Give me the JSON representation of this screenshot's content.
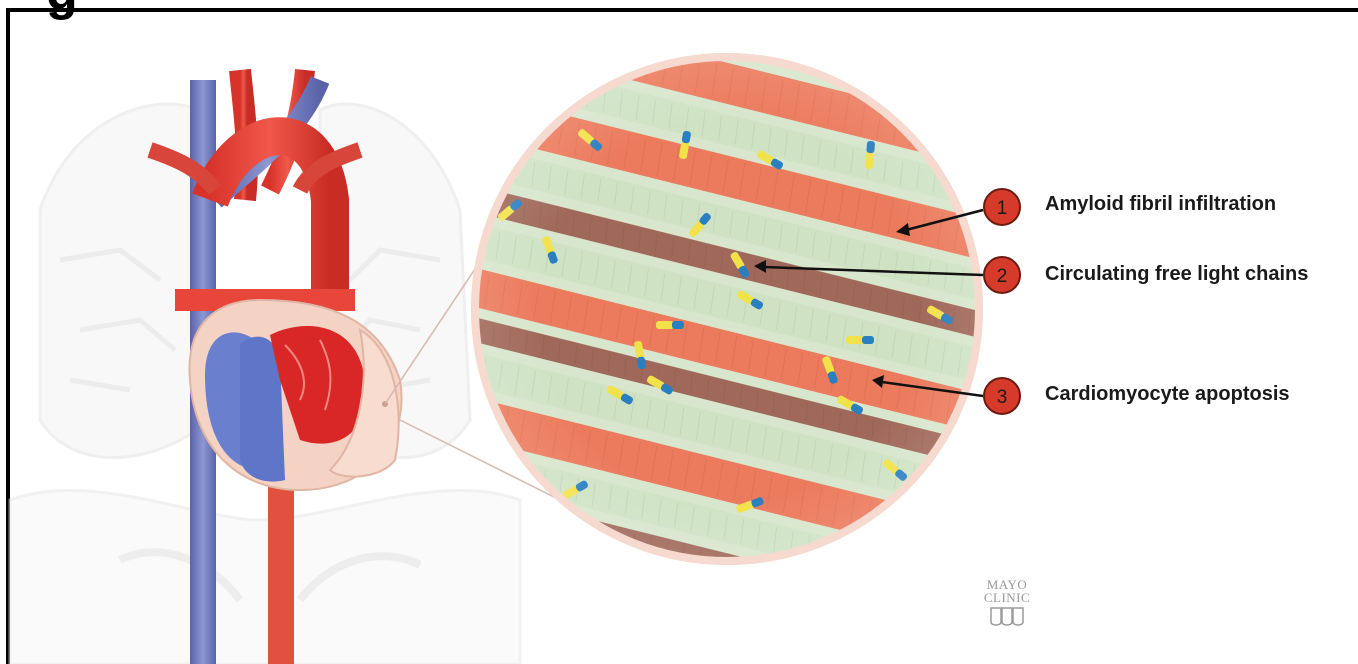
{
  "corner_glyph": "g",
  "callouts": [
    {
      "number": "1",
      "label": "Amyloid fibril infiltration"
    },
    {
      "number": "2",
      "label": "Circulating free light chains"
    },
    {
      "number": "3",
      "label": "Cardiomyocyte apoptosis"
    }
  ],
  "logo": {
    "line1": "MAYO",
    "line2": "CLINIC"
  },
  "colors": {
    "vein_blue": "#7a86c4",
    "artery_red": "#e8463a",
    "myocyte_orange": "#ec7a5c",
    "fibril_green": "#cfe3c4",
    "light_chain_yellow": "#f2e24a",
    "light_chain_blue": "#2a7fc0",
    "callout_circle": "#d63a2a",
    "apoptotic_brown": "#a0685a"
  }
}
